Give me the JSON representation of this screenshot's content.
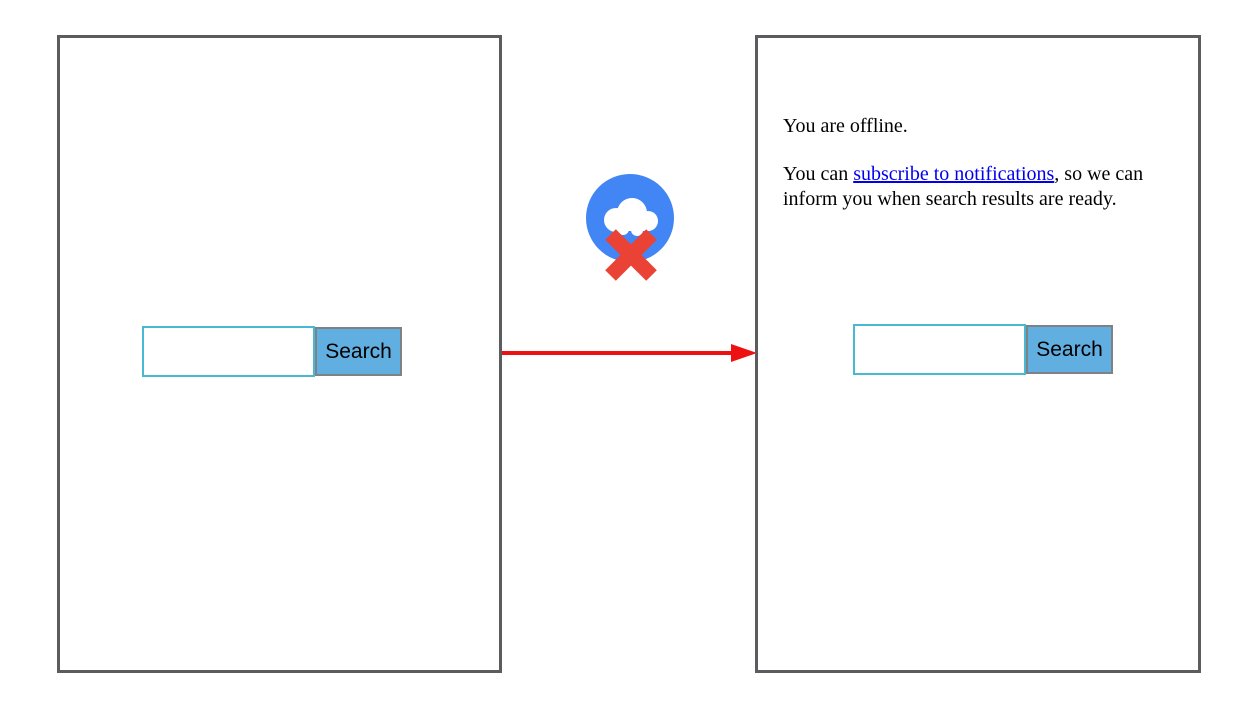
{
  "colors": {
    "frame_border": "#5b5c5e",
    "input_border": "#49b8d2",
    "button_background": "#61aee0",
    "button_border": "#7f8284",
    "arrow_red": "#ee1111",
    "icon_circle_blue": "#4285f4",
    "icon_x_red": "#ea4335",
    "link_blue": "#0000ee"
  },
  "icons": {
    "offline": "offline-cloud-x-icon",
    "arrow": "red-right-arrow-icon"
  },
  "left_frame": {
    "search": {
      "input_value": "",
      "button_label": "Search"
    }
  },
  "right_frame": {
    "offline_message": "You are offline.",
    "notify_prefix": "You can ",
    "notify_link": "subscribe to notifications",
    "notify_suffix": ", so we can inform you when search results are ready.",
    "search": {
      "input_value": "",
      "button_label": "Search"
    }
  }
}
